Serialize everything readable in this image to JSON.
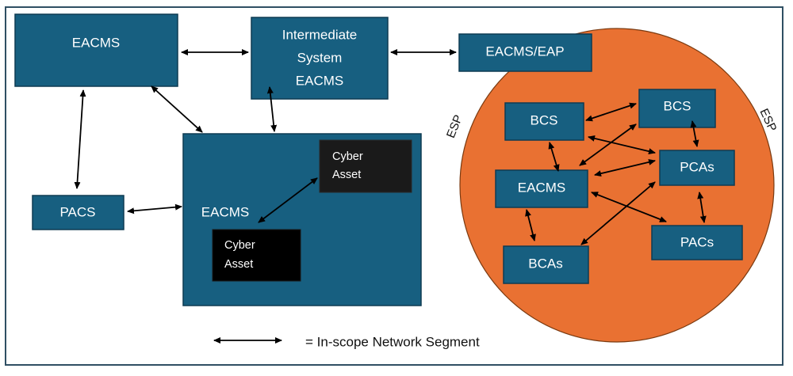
{
  "diagram": {
    "nodes": {
      "eacms_top_left": "EACMS",
      "intermediate_line1": "Intermediate",
      "intermediate_line2": "System",
      "intermediate_line3": "EACMS",
      "eacms_eap": "EACMS/EAP",
      "pacs": "PACS",
      "eacms_container": "EACMS",
      "cyber_asset_top_line1": "Cyber",
      "cyber_asset_top_line2": "Asset",
      "cyber_asset_bottom_line1": "Cyber",
      "cyber_asset_bottom_line2": "Asset",
      "esp_bcs_left": "BCS",
      "esp_bcs_right": "BCS",
      "esp_pcas": "PCAs",
      "esp_eacms": "EACMS",
      "esp_pacs": "PACs",
      "esp_bcas": "BCAs"
    },
    "esp_label_left": "ESP",
    "esp_label_right": "ESP",
    "legend": {
      "text": "= In-scope Network Segment"
    },
    "colors": {
      "node_fill": "#175f80",
      "esp_fill": "#e97132",
      "asset_fill": "#000000",
      "frame": "#2f4f63"
    },
    "connections": [
      [
        "EACMS",
        "Intermediate System EACMS"
      ],
      [
        "Intermediate System EACMS",
        "EACMS/EAP"
      ],
      [
        "EACMS",
        "PACS"
      ],
      [
        "EACMS",
        "EACMS (container)"
      ],
      [
        "Intermediate System EACMS",
        "EACMS (container)"
      ],
      [
        "PACS",
        "EACMS (container)"
      ],
      [
        "Cyber Asset (bottom)",
        "Cyber Asset (top)"
      ],
      [
        "BCS (left)",
        "BCS (right)"
      ],
      [
        "BCS (left)",
        "PCAs"
      ],
      [
        "BCS (left)",
        "EACMS (ESP)"
      ],
      [
        "BCS (right)",
        "EACMS (ESP)"
      ],
      [
        "BCS (right)",
        "PCAs"
      ],
      [
        "EACMS (ESP)",
        "PCAs"
      ],
      [
        "EACMS (ESP)",
        "PACs"
      ],
      [
        "EACMS (ESP)",
        "BCAs"
      ],
      [
        "PCAs",
        "BCAs"
      ],
      [
        "PCAs",
        "PACs"
      ]
    ]
  }
}
